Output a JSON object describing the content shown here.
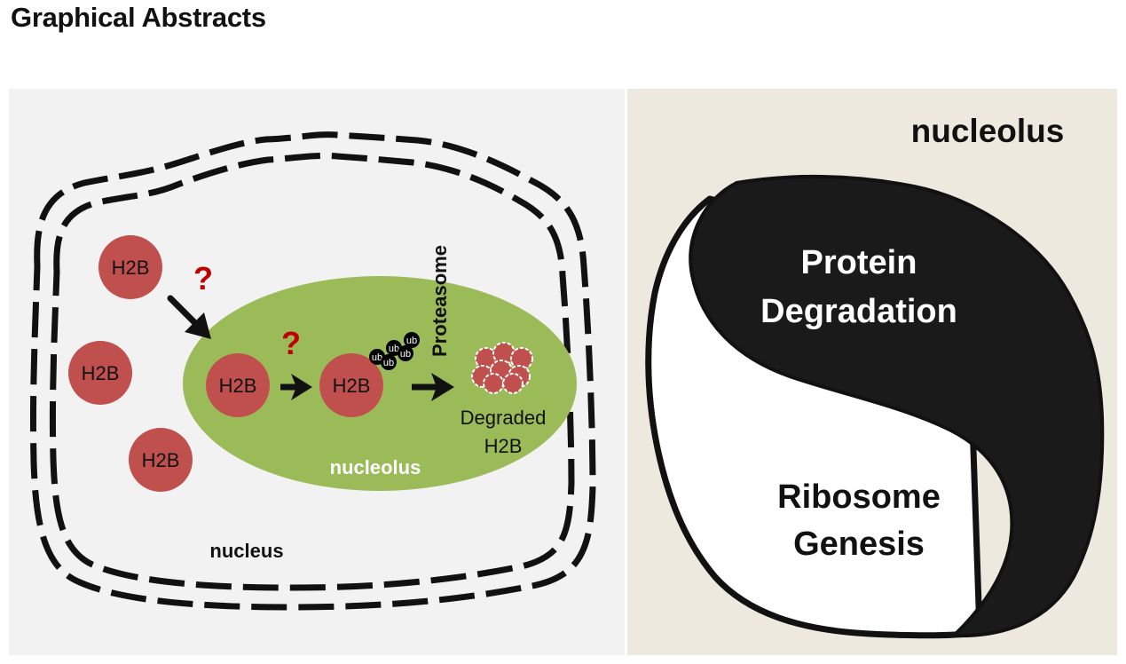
{
  "heading": "Graphical Abstracts",
  "left_panel": {
    "h2b_label": "H2B",
    "question_mark": "?",
    "ub_label": "ub",
    "proteasome_label": "Proteasome",
    "degraded_label_line1": "Degraded",
    "degraded_label_line2": "H2B",
    "nucleolus_label": "nucleolus",
    "nucleus_label": "nucleus"
  },
  "right_panel": {
    "title": "nucleolus",
    "top_label_line1": "Protein",
    "top_label_line2": "Degradation",
    "bottom_label_line1": "Ribosome",
    "bottom_label_line2": "Genesis"
  },
  "colors": {
    "left_panel_bg": "#f2f2f2",
    "right_panel_bg": "#ede9df",
    "nucleolus_green": "#9bbb59",
    "h2b_red": "#c0504d",
    "question_red": "#c00000",
    "ink": "#111111"
  }
}
